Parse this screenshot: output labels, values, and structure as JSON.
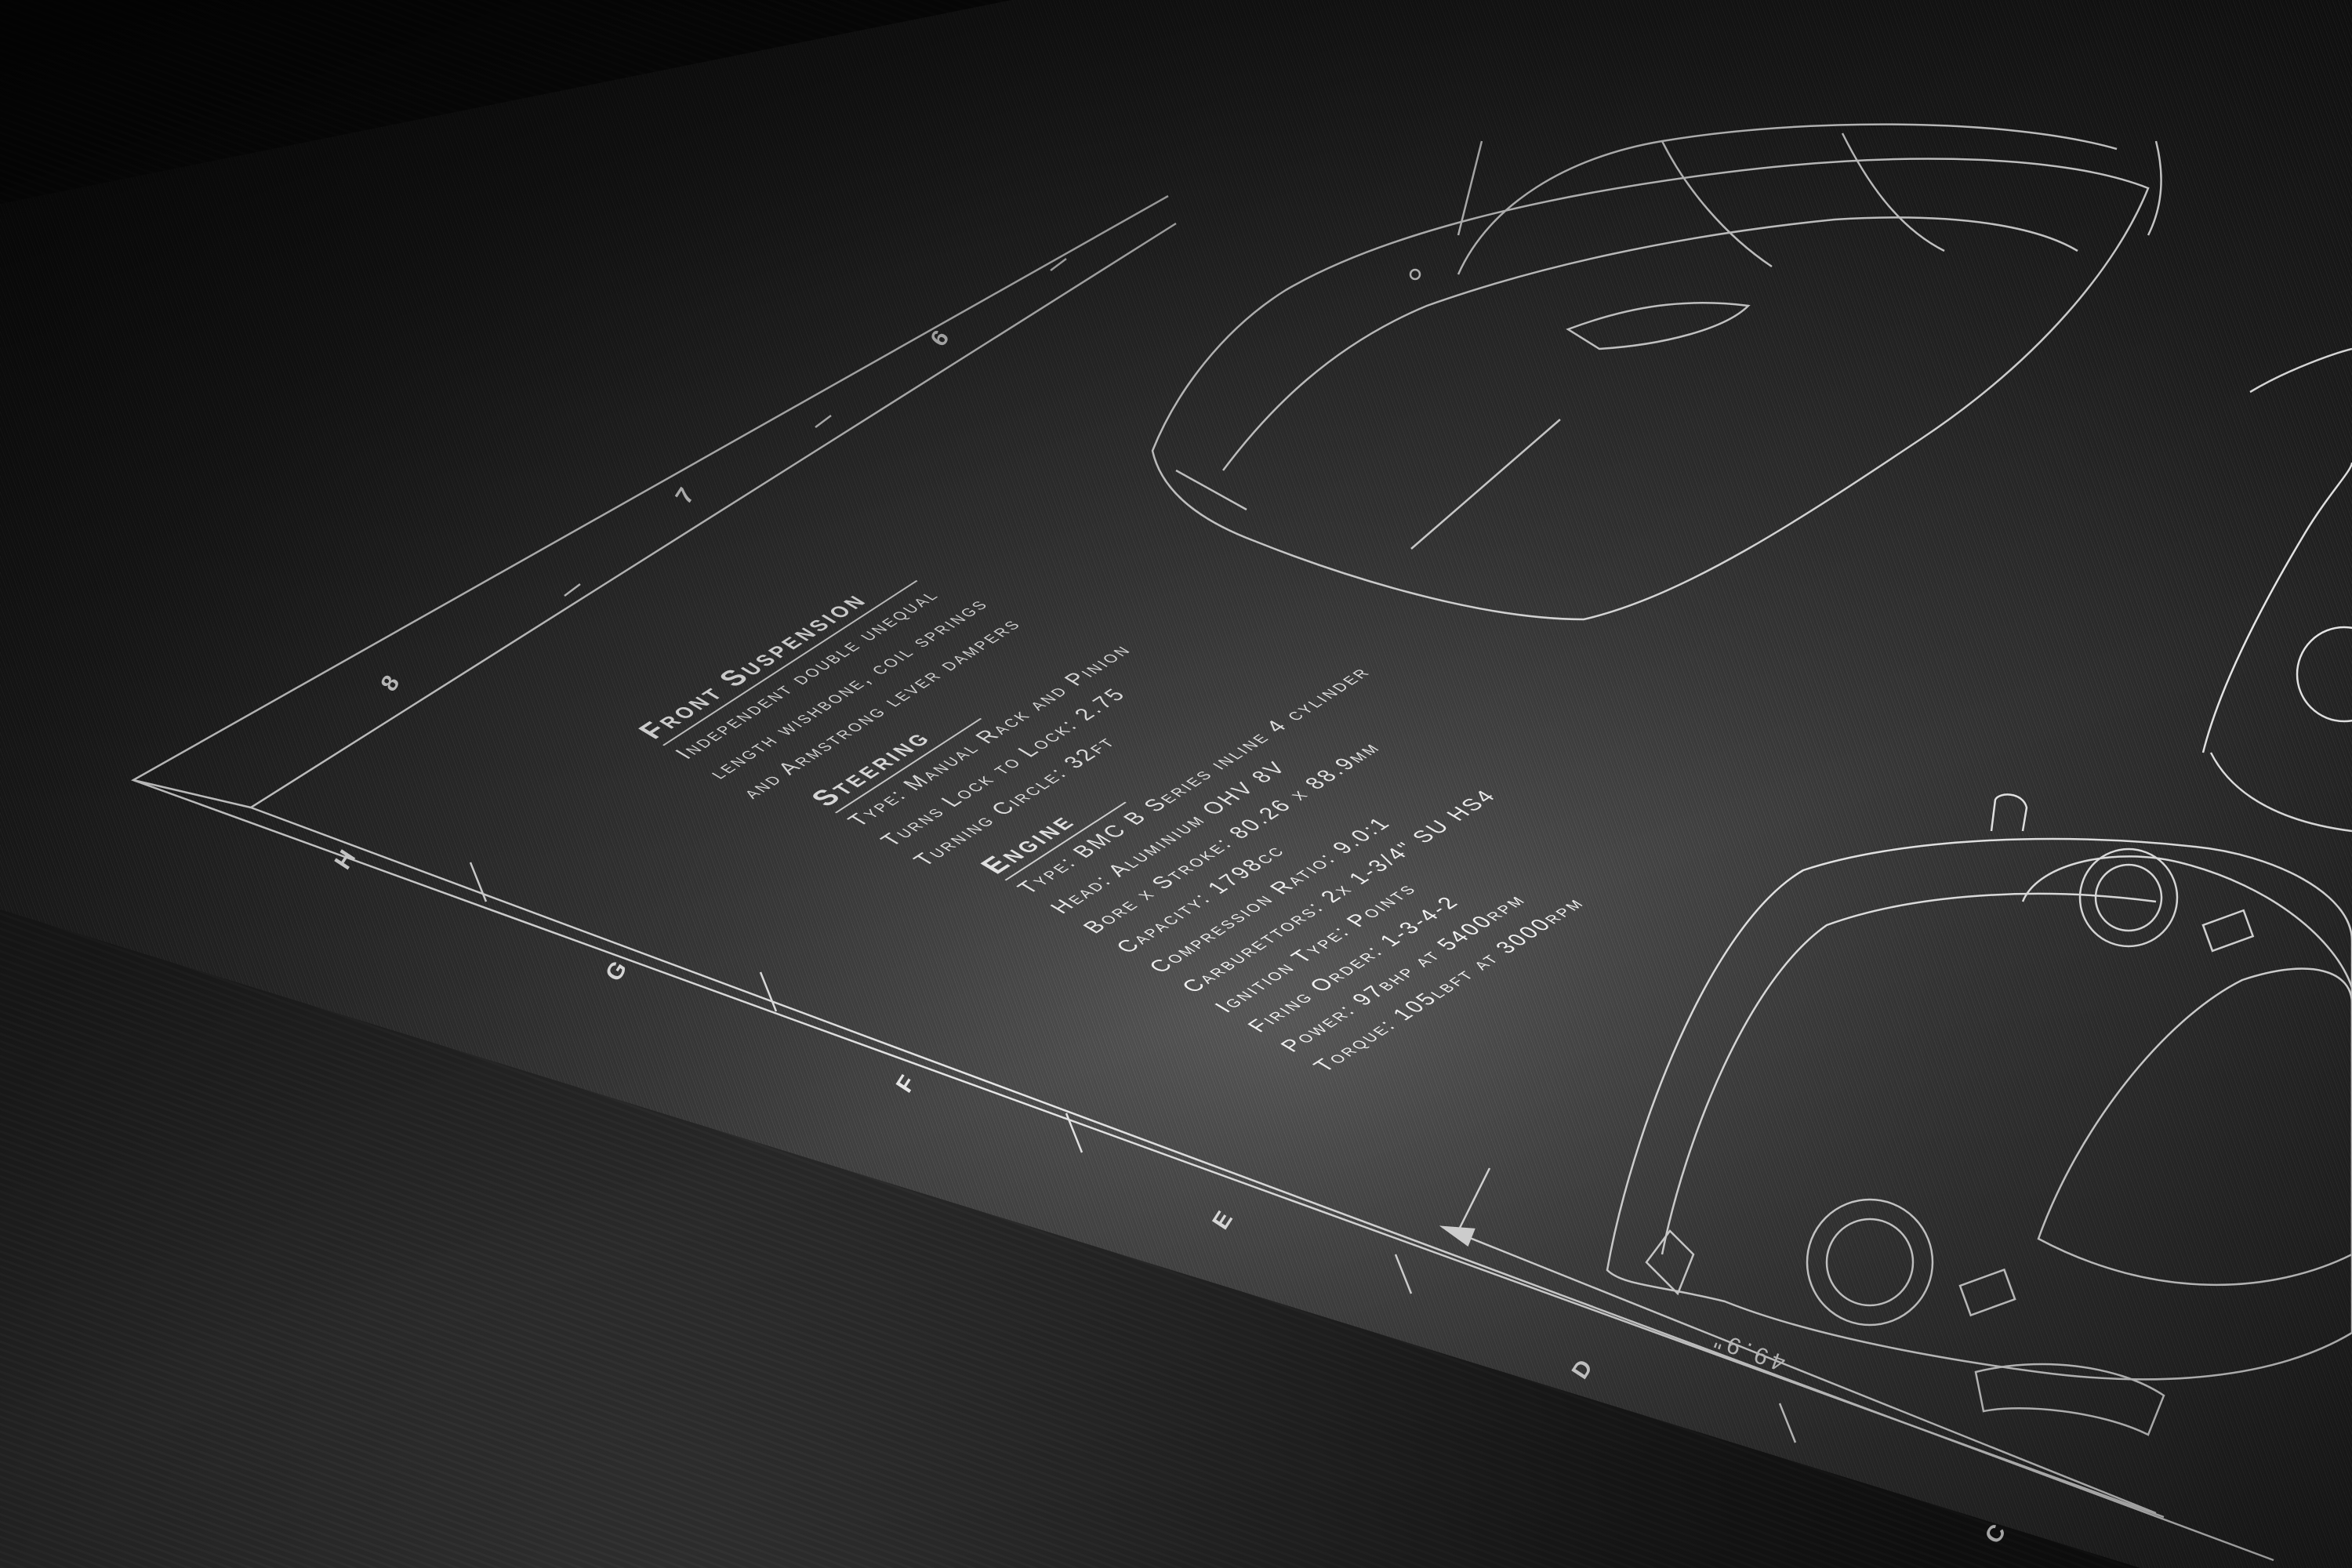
{
  "spec_sheet": {
    "sections": [
      {
        "title": "Front Suspension",
        "lines": [
          "Independent double unequal",
          "length wishbone, coil springs",
          "and Armstrong lever dampers"
        ]
      },
      {
        "title": "Steering",
        "lines": [
          "Type: Manual Rack and Pinion",
          "Turns Lock to Lock: 2.75",
          "Turning Circle: 32ft"
        ]
      },
      {
        "title": "Engine",
        "lines": [
          "Type: BMC B Series inline 4 cylinder",
          "Head: Aluminium OHV 8V",
          "Bore x Stroke: 80.26 x 88.9mm",
          "Capacity: 1798cc",
          "Compression Ratio: 9.0:1",
          "Carburettors: 2x 1-3/4\" SU HS4",
          "Ignition Type: Points",
          "Firing Order: 1-3-4-2",
          "Power: 97bhp at 5400rpm",
          "Torque: 105lbft at 3000rpm"
        ]
      }
    ]
  },
  "frame": {
    "top_markers": [
      "8",
      "7",
      "6"
    ],
    "side_markers": [
      "H",
      "G",
      "F",
      "E",
      "D",
      "C"
    ]
  },
  "dimension": {
    "width_label": "49.9\""
  },
  "colors": {
    "line": "#e6e6e6",
    "plate": "#3a3a3a"
  }
}
